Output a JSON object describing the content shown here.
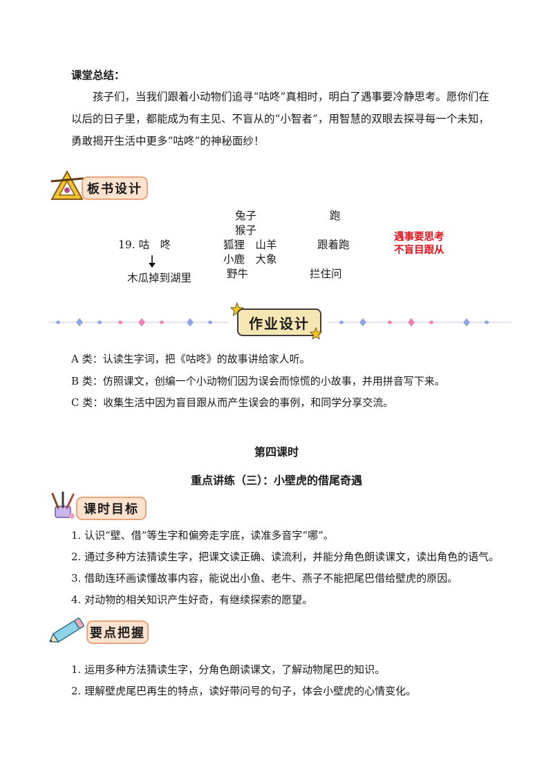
{
  "summary": {
    "heading": "课堂总结：",
    "line1": "孩子们，当我们跟着小动物们追寻“咕咚”真相时，明白了遇事要冷静思考。愿你们在",
    "line2": "以后的日子里，都能成为有主见、不盲从的“小智者”，用智慧的双眼去探寻每一个未知，",
    "line3": "勇敢揭开生活中更多“咕咚”的神秘面纱！"
  },
  "board": {
    "banner_label": "板书设计",
    "title": "19. 咕　咚",
    "cause": "木瓜掉到湖里",
    "animals": [
      "兔子",
      "猴子",
      "狐狸　山羊",
      "小鹿　大象",
      "野牛"
    ],
    "actions": [
      "跑",
      "跟着跑",
      "拦住问"
    ],
    "lesson": [
      "遇事要思考",
      "不盲目跟从"
    ]
  },
  "homework": {
    "banner_label": "作业设计",
    "items": [
      "A 类：认读生字词，把《咕咚》的故事讲给家人听。",
      "B 类：仿照课文，创编一个小动物们因为误会而惊慌的小故事，并用拼音写下来。",
      "C 类：收集生活中因为盲目跟从而产生误会的事例，和同学分享交流。"
    ]
  },
  "lesson4": {
    "title": "第四课时",
    "subtitle": "重点讲练（三）：小壁虎的借尾奇遇"
  },
  "goals": {
    "banner_label": "课时目标",
    "items": [
      "1. 认识“壁、借”等生字和偏旁走字底，读准多音字“哪”。",
      "2. 通过多种方法猜读生字，把课文读正确、读流利，并能分角色朗读课文，读出角色的语气。",
      "3. 借助连环画读懂故事内容，能说出小鱼、老牛、燕子不能把尾巴借给壁虎的原因。",
      "4. 对动物的相关知识产生好奇，有继续探索的愿望。"
    ]
  },
  "keypoints": {
    "banner_label": "要点把握",
    "items": [
      "1. 运用多种方法猜读生字，分角色朗读课文，了解动物尾巴的知识。",
      "2. 理解壁虎尾巴再生的特点，读好带问号的句子，体会小壁虎的心情变化。"
    ]
  },
  "colors": {
    "accent_red": "#e0141e",
    "banner_board": "#fde3cf",
    "banner_homework": "#f6e6b4",
    "banner_goals": "#fde3cf",
    "banner_keypoints": "#fde3cf"
  }
}
